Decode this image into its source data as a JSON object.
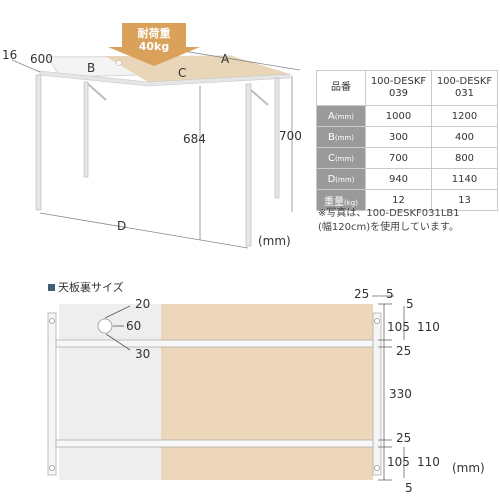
{
  "load": {
    "line1": "耐荷重",
    "line2": "40kg"
  },
  "table_dims": {
    "thickness": "16",
    "depth": "600",
    "height": "700",
    "leg_height": "684",
    "a": "A",
    "b": "B",
    "c": "C",
    "d": "D",
    "unit": "(mm)"
  },
  "spec_table": {
    "corner": "品番",
    "col1": "100-DESKF039",
    "col2": "100-DESKF031",
    "rows": [
      {
        "label": "A",
        "unit": "(mm)",
        "v1": "1000",
        "v2": "1200"
      },
      {
        "label": "B",
        "unit": "(mm)",
        "v1": "300",
        "v2": "400"
      },
      {
        "label": "C",
        "unit": "(mm)",
        "v1": "700",
        "v2": "800"
      },
      {
        "label": "D",
        "unit": "(mm)",
        "v1": "940",
        "v2": "1140"
      },
      {
        "label": "重量",
        "unit": "(kg)",
        "v1": "12",
        "v2": "13"
      }
    ]
  },
  "note": {
    "line1": "※写真は、100-DESKF031LB1",
    "line2": "(幅120cm)を使用しています。"
  },
  "underside": {
    "title": "天板裏サイズ",
    "d20": "20",
    "d60": "60",
    "d30": "30",
    "d25_top": "25",
    "d5_top": "5",
    "d5_top2": "5",
    "d105_top": "105",
    "d110_top": "110",
    "d25_a": "25",
    "d330": "330",
    "d25_b": "25",
    "d105_bot": "105",
    "d110_bot": "110",
    "d5_bot": "5",
    "unit": "(mm)"
  }
}
